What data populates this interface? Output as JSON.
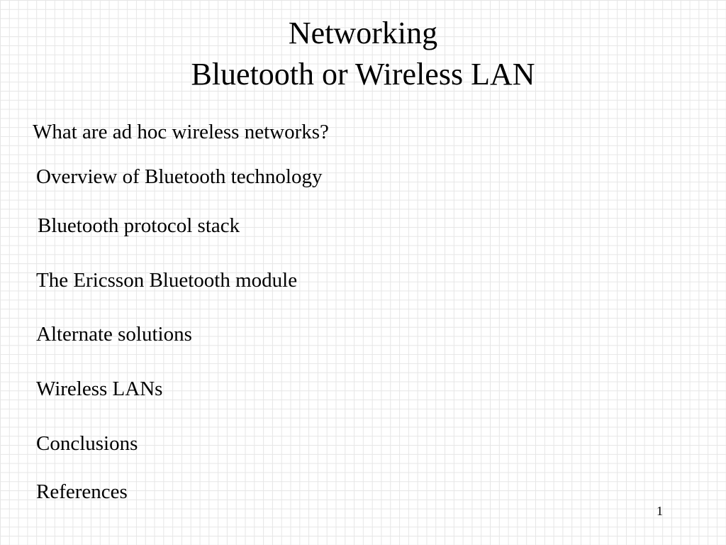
{
  "slide": {
    "title_line1": "Networking",
    "title_line2": "Bluetooth or Wireless LAN",
    "agenda": [
      "What are ad hoc wireless networks?",
      "Overview of Bluetooth technology",
      "Bluetooth protocol stack",
      "The Ericsson Bluetooth module",
      "Alternate solutions",
      "Wireless LANs",
      "Conclusions",
      "References"
    ],
    "page_number": "1"
  }
}
